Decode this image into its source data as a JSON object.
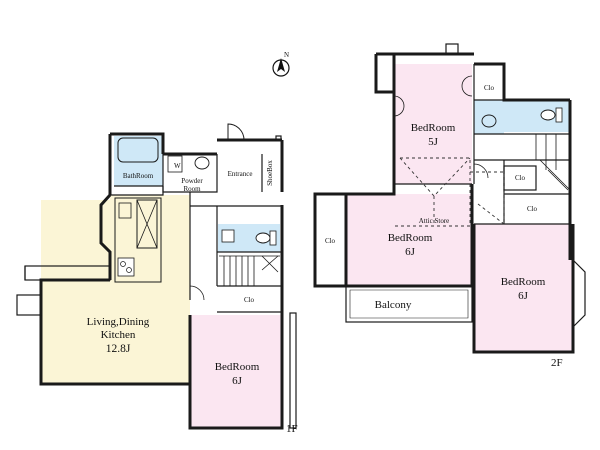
{
  "compass": {
    "north_label": "N"
  },
  "floor1": {
    "floor_label": "1F",
    "ldk": {
      "line1": "Living,Dining",
      "line2": "Kitchen",
      "size": "12.8J"
    },
    "bedroom": {
      "name": "BedRoom",
      "size": "6J"
    },
    "bathroom": "BathRoom",
    "powder_room": {
      "line1": "Powder",
      "line2": "Room"
    },
    "washer": "W",
    "entrance": "Entrance",
    "shoebox": "ShoeBox",
    "closet": "Clo"
  },
  "floor2": {
    "floor_label": "2F",
    "bedroom_top": {
      "name": "BedRoom",
      "size": "5J"
    },
    "bedroom_center": {
      "name": "BedRoom",
      "size": "6J"
    },
    "bedroom_right": {
      "name": "BedRoom",
      "size": "6J"
    },
    "attic": "Attic Store",
    "balcony": "Balcony",
    "closet_top": "Clo",
    "closet_mid": "Clo",
    "closet_right": "Clo",
    "closet_left": "Clo"
  },
  "colors": {
    "ldk_fill": "#fbf5d6",
    "bedroom_fill": "#fbe6f1",
    "wet_fill": "#cfe8f7",
    "wall": "#1a1a1a"
  }
}
